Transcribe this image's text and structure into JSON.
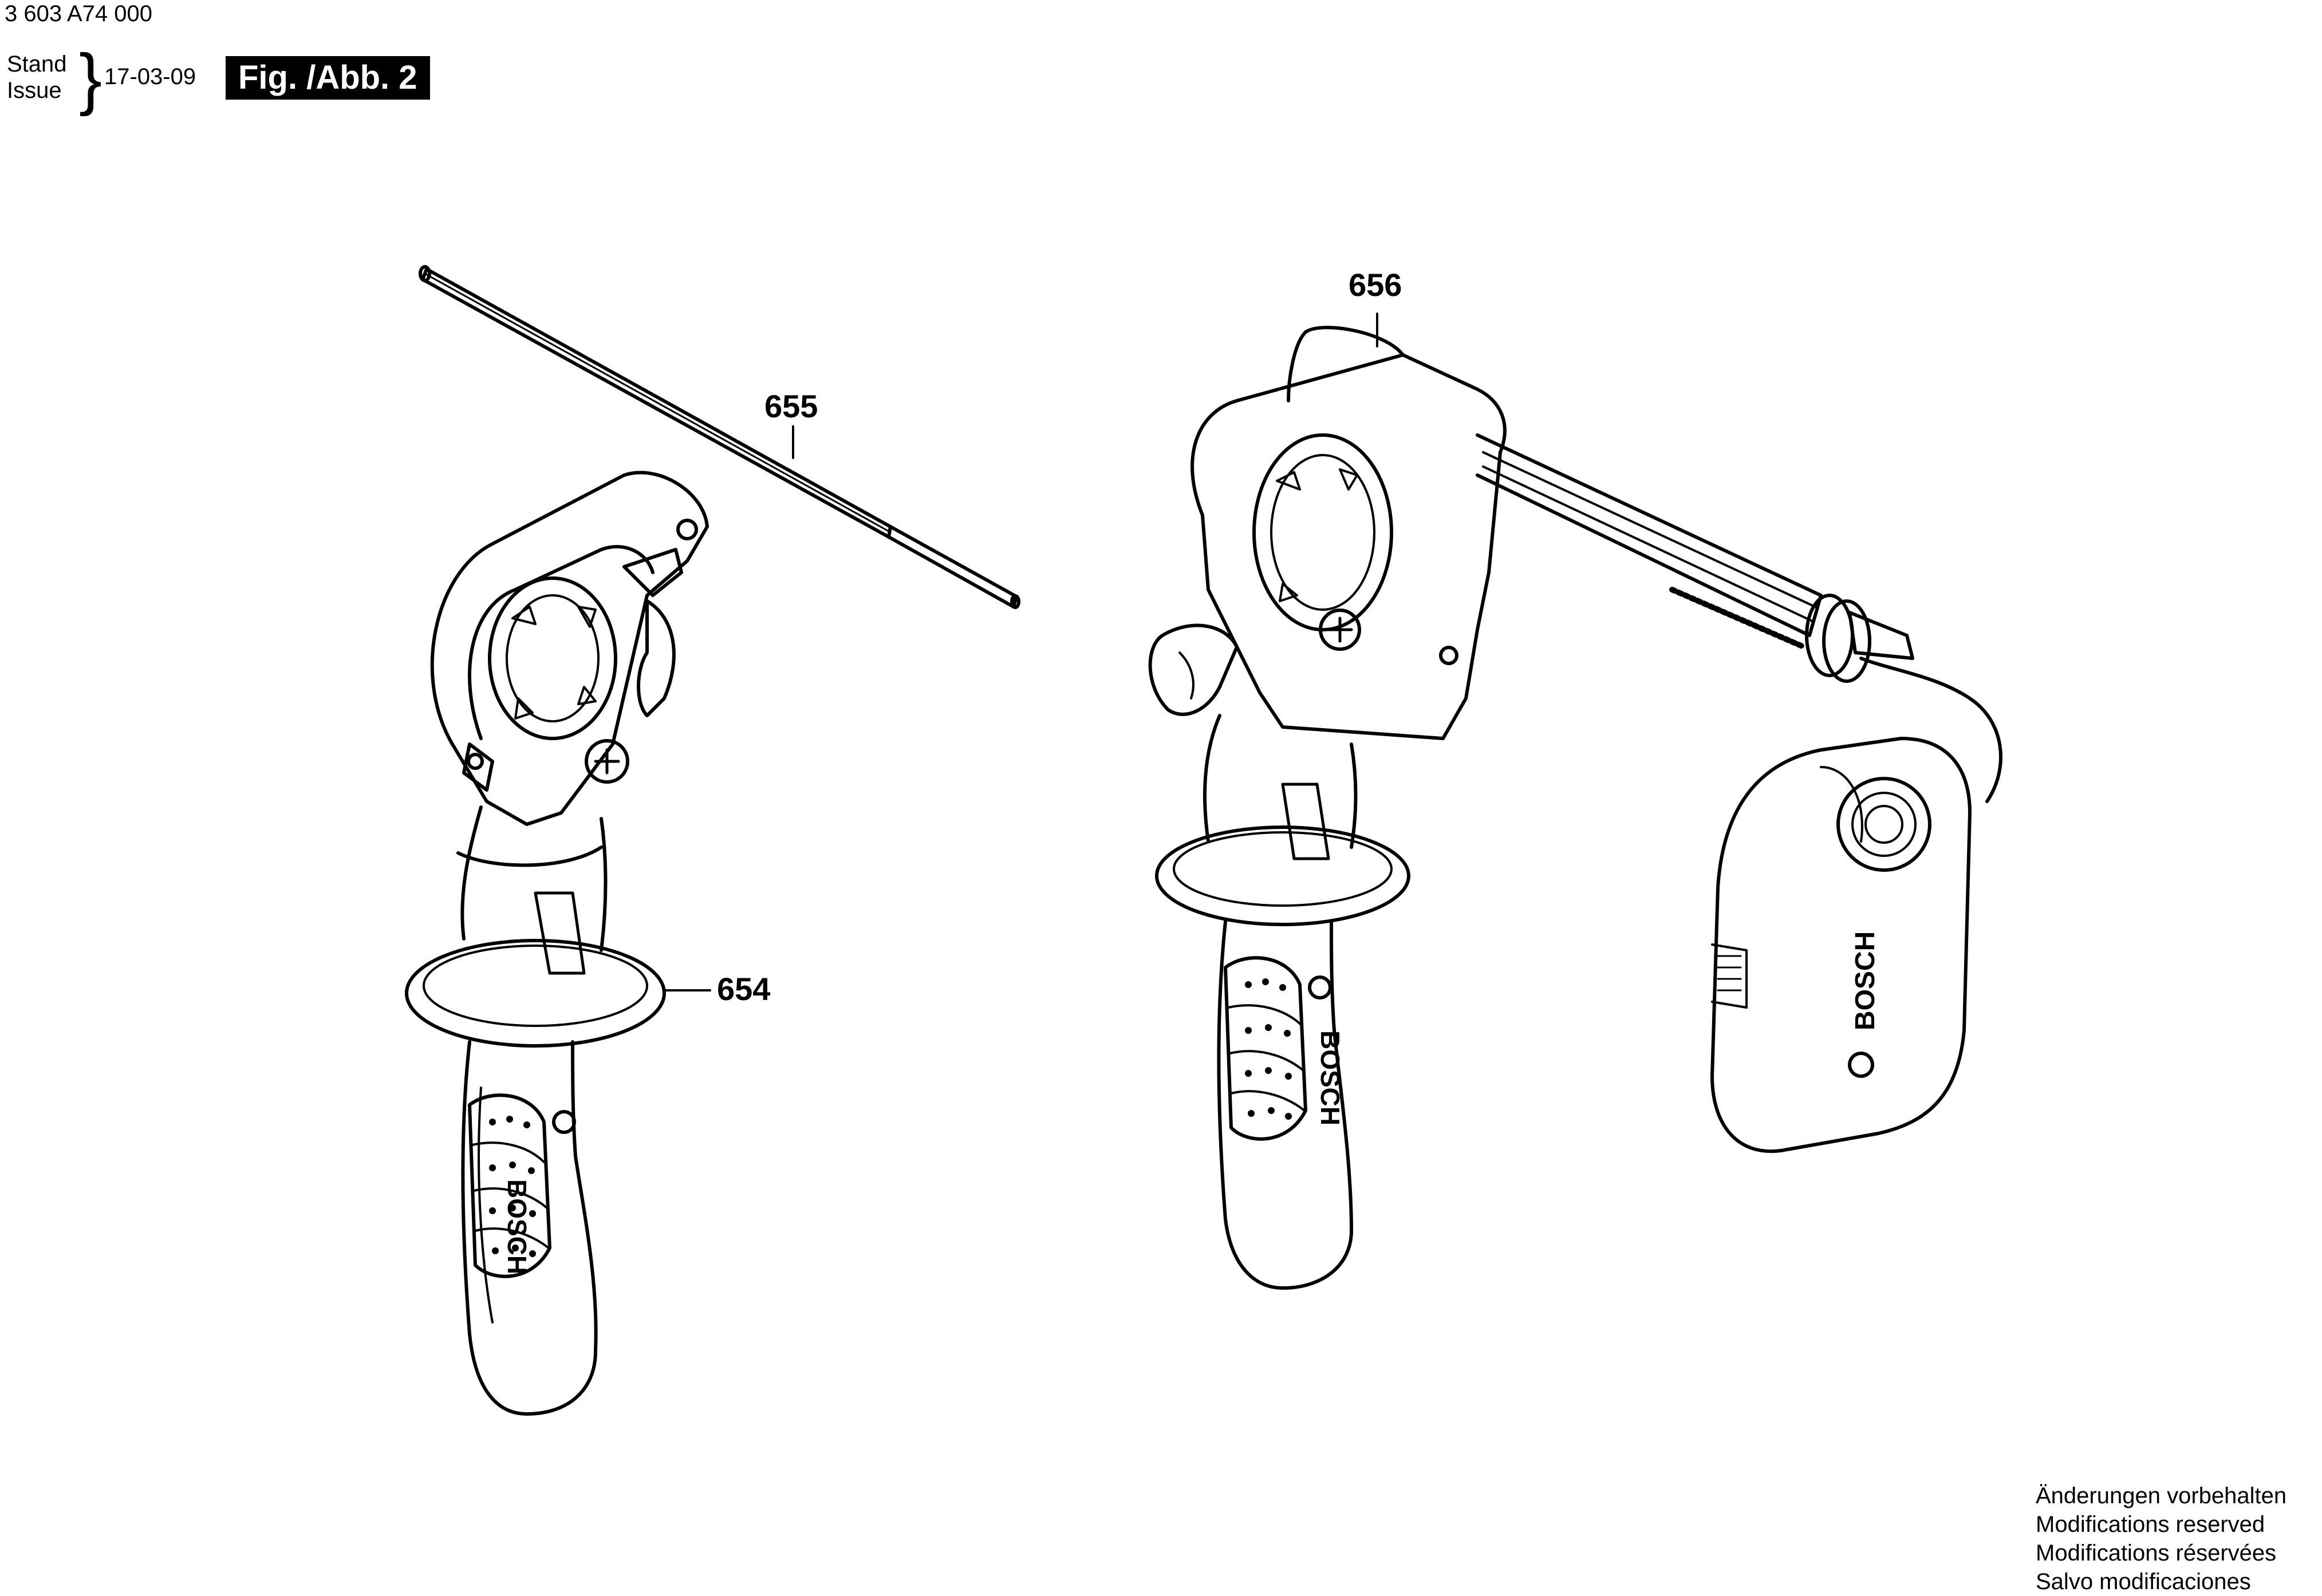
{
  "header": {
    "part_number": "3 603 A74 000",
    "stand_label": "Stand",
    "issue_label": "Issue",
    "date": "17-03-09",
    "figure_label": "Fig. /Abb. 2"
  },
  "callouts": [
    {
      "id": "654"
    },
    {
      "id": "655"
    },
    {
      "id": "656"
    }
  ],
  "brand_marks": [
    "BOSCH",
    "BOSCH",
    "BOSCH"
  ],
  "notes": [
    "Änderungen vorbehalten",
    "Modifications reserved",
    "Modifications réservées",
    "Salvo modificaciones"
  ]
}
